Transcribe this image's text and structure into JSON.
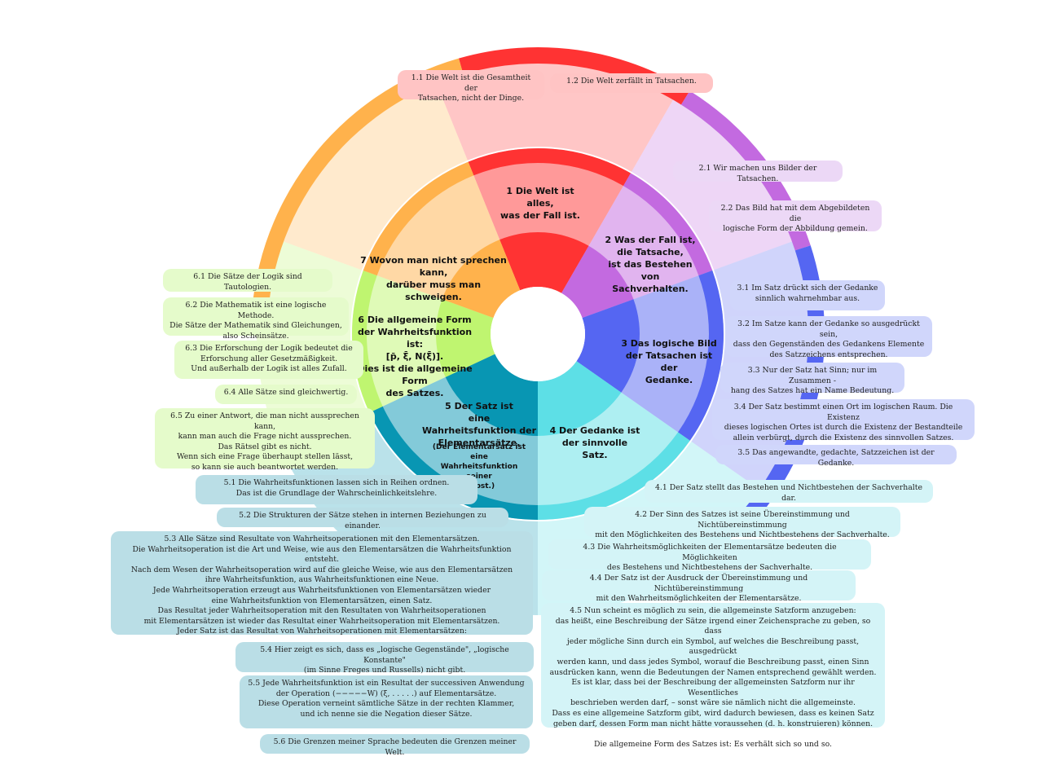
{
  "colors": {
    "s1": "#ff3333",
    "s2": "#c36ae0",
    "s3": "#5566f2",
    "s4": "#5ddfe6",
    "s5": "#0896b3",
    "s6": "#bff570",
    "s7": "#ffb24c"
  },
  "center": {
    "c1": "1 Die Welt ist alles,\nwas der Fall ist.",
    "c2": "2 Was der Fall ist,\ndie Tatsache,\nist das Bestehen von\nSachverhalten.",
    "c3": "3 Das logische Bild\nder Tatsachen ist der\nGedanke.",
    "c4": "4 Der Gedanke ist\nder sinnvolle Satz.",
    "c5": "5 Der Satz ist\neine Wahrheitsfunktion der\nElementarsätze.",
    "c5b": "(Der Elementarsatz ist eine\nWahrheitsfunktion seiner\nselbst.)",
    "c6": "6 Die allgemeine Form\nder Wahrheitsfunktion ist:\n[p̄, ξ̄, N(ξ̄)].\nDies ist die allgemeine Form\ndes Satzes.",
    "c7": "7 Wovon man nicht sprechen kann,\ndarüber muss man schweigen."
  },
  "props": {
    "p1_1": "1.1 Die Welt ist die Gesamtheit der\nTatsachen, nicht der Dinge.",
    "p1_2": "1.2 Die Welt zerfällt in Tatsachen.",
    "p2_1": "2.1 Wir machen uns Bilder der Tatsachen.",
    "p2_2": "2.2 Das Bild hat mit dem Abgebildeten die\nlogische Form der Abbildung gemein.",
    "p3_1": "3.1 Im Satz drückt sich der Gedanke\nsinnlich wahrnehmbar aus.",
    "p3_2": "3.2 Im Satze kann der Gedanke so ausgedrückt sein,\ndass den Gegenständen des Gedankens Elemente\ndes Satzzeichens entsprechen.",
    "p3_3": "3.3 Nur der Satz hat Sinn; nur im Zusammen -\nhang des Satzes hat ein Name Bedeutung.",
    "p3_4": "3.4 Der Satz bestimmt einen Ort im logischen Raum. Die Existenz\ndieses logischen Ortes ist durch die Existenz der Bestandteile\nallein verbürgt, durch die Existenz des sinnvollen Satzes.",
    "p3_5": "3.5 Das angewandte, gedachte, Satzzeichen ist der Gedanke.",
    "p4_1": "4.1 Der Satz stellt das Bestehen und Nichtbestehen der Sachverhalte dar.",
    "p4_2": "4.2 Der Sinn des Satzes ist seine Übereinstimmung und Nichtübereinstimmung\nmit den Möglichkeiten des Bestehens und Nichtbestehens der Sachverhalte.",
    "p4_3": "4.3 Die Wahrheitsmöglichkeiten der Elementarsätze bedeuten die Möglichkeiten\ndes Bestehens und Nichtbestehens der Sachverhalte.",
    "p4_4": "4.4 Der Satz ist der Ausdruck der Übereinstimmung und Nichtübereinstimmung\nmit den Wahrheitsmöglichkeiten der Elementarsätze.",
    "p4_5": "4.5 Nun scheint es möglich zu sein, die allgemeinste Satzform anzugeben:\ndas heißt, eine Beschreibung der Sätze irgend einer Zeichensprache zu geben, so dass\njeder mögliche Sinn durch ein Symbol, auf welches die Beschreibung passt, ausgedrückt\nwerden kann, und dass jedes Symbol, worauf die Beschreibung passt, einen Sinn\nausdrücken kann, wenn die Bedeutungen der Namen entsprechend gewählt werden.\nEs ist klar, dass bei der Beschreibung der allgemeinsten Satzform nur ihr Wesentliches\nbeschrieben werden darf, – sonst wäre sie nämlich nicht die allgemeinste.\nDass es eine allgemeine Satzform gibt, wird dadurch bewiesen, dass es keinen Satz\ngeben darf, dessen Form man nicht hätte voraussehen (d. h. konstruieren) können.\n\nDie allgemeine Form des Satzes ist: Es verhält sich so und so.",
    "p5_1": "5.1 Die Wahrheitsfunktionen lassen sich in Reihen ordnen.\nDas ist die Grundlage der Wahrscheinlichkeitslehre.",
    "p5_2": "5.2 Die Strukturen der Sätze stehen in internen Beziehungen zu einander.",
    "p5_3": "5.3 Alle Sätze sind Resultate von Wahrheitsoperationen mit den Elementarsätzen.\nDie Wahrheitsoperation ist die Art und Weise, wie aus den Elementarsätzen die Wahrheitsfunktion entsteht.\nNach dem Wesen der Wahrheitsoperation wird auf die gleiche Weise, wie aus den Elementarsätzen\nihre Wahrheitsfunktion, aus Wahrheitsfunktionen eine Neue.\nJede Wahrheitsoperation erzeugt aus Wahrheitsfunktionen von Elementarsätzen wieder\neine Wahrheitsfunktion von Elementarsätzen, einen Satz.\nDas Resultat jeder Wahrheitsoperation mit den Resultaten von Wahrheitsoperationen\nmit Elementarsätzen ist wieder das Resultat einer Wahrheitsoperation mit Elementarsätzen.\nJeder Satz ist das Resultat von Wahrheitsoperationen mit Elementarsätzen:",
    "p5_4": "5.4 Hier zeigt es sich, dass es „logische Gegenstände\", „logische Konstante\"\n(im Sinne Freges und Russells) nicht gibt.",
    "p5_5": "5.5 Jede Wahrheitsfunktion ist ein Resultat der successiven Anwendung\nder Operation (−−−−−W) (ξ, . . . . .) auf Elementarsätze.\nDiese Operation verneint sämtliche Sätze in der rechten Klammer,\nund ich nenne sie die Negation dieser Sätze.",
    "p5_6": "5.6 Die Grenzen meiner Sprache bedeuten die Grenzen meiner Welt.",
    "p6_1": "6.1 Die Sätze der Logik sind Tautologien.",
    "p6_2": "6.2 Die Mathematik ist eine logische Methode.\nDie Sätze der Mathematik sind Gleichungen,\nalso Scheinsätze.",
    "p6_3": "6.3 Die Erforschung der Logik bedeutet die\nErforschung aller Gesetzmäßigkeit.\nUnd außerhalb der Logik ist alles Zufall.",
    "p6_4": "6.4 Alle Sätze sind gleichwertig.",
    "p6_5": "6.5 Zu einer Antwort, die man nicht aussprechen kann,\nkann man auch die Frage nicht aussprechen.\nDas Rätsel gibt es nicht.\nWenn sich eine Frage überhaupt stellen lässt,\nso kann sie auch beantwortet werden."
  }
}
